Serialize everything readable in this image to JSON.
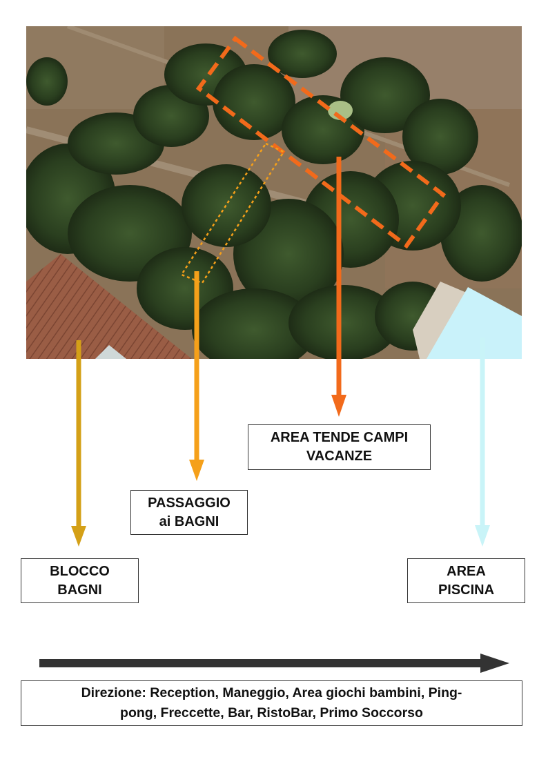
{
  "labels": {
    "blocco_bagni": [
      "BLOCCO",
      "BAGNI"
    ],
    "passaggio_bagni": [
      "PASSAGGIO",
      "ai BAGNI"
    ],
    "area_tende": [
      "AREA TENDE CAMPI",
      "VACANZE"
    ],
    "area_piscina": [
      "AREA",
      "PISCINA"
    ],
    "direzione": [
      "Direzione: Reception, Maneggio, Area giochi bambini, Ping-",
      "pong, Freccette, Bar, RistoBar, Primo Soccorso"
    ]
  },
  "colors": {
    "blocco_arrow": "#d4a017",
    "passaggio_arrow": "#f5a01a",
    "tende_arrow": "#f26a1b",
    "piscina_arrow": "#c9f4f8",
    "direction_arrow": "#333333"
  }
}
